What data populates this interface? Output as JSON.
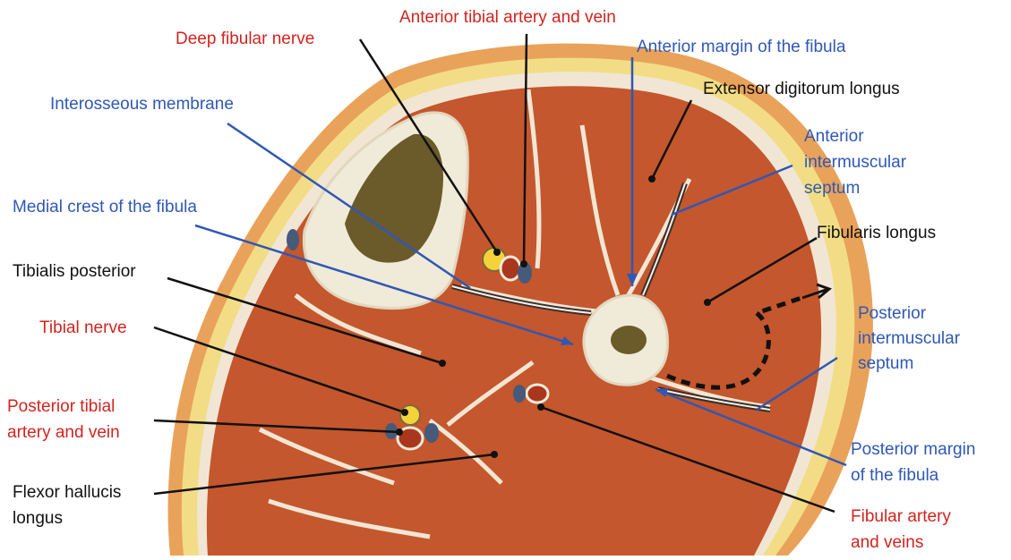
{
  "colors": {
    "red_label": "#d1241f",
    "blue_label": "#2f58b4",
    "black_label": "#111111",
    "skin": "#e9a25a",
    "fat": "#f2dd86",
    "muscle": "#c4572d",
    "fascia": "#f1e6d4",
    "bone": "#f0ead9",
    "marrow": "#6b5a2a"
  },
  "labels": {
    "anterior_tibial_artery_vein": "Anterior tibial artery and vein",
    "deep_fibular_nerve": "Deep fibular nerve",
    "anterior_margin_fibula": "Anterior margin of the fibula",
    "extensor_digitorum_longus": "Extensor digitorum longus",
    "interosseous_membrane": "Interosseous membrane",
    "anterior_intermuscular_septum": "Anterior\nintermuscular\nseptum",
    "medial_crest_fibula": "Medial crest of the fibula",
    "fibularis_longus": "Fibularis longus",
    "tibialis_posterior": "Tibialis posterior",
    "tibial_nerve": "Tibial nerve",
    "posterior_intermuscular_septum": "Posterior\nintermuscular\nseptum",
    "posterior_tibial_artery_vein": "Posterior tibial\nartery and vein",
    "posterior_margin_fibula": "Posterior margin\nof the fibula",
    "flexor_hallucis_longus": "Flexor hallucis\nlongus",
    "fibular_artery_veins": "Fibular artery\nand veins"
  }
}
